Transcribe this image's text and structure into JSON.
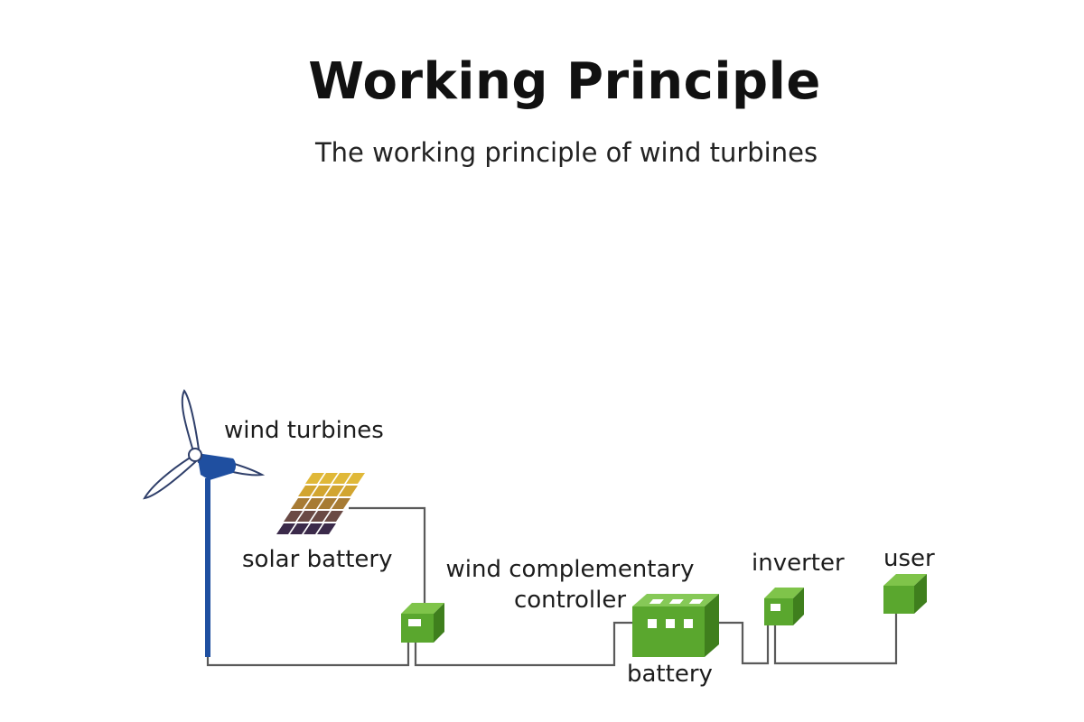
{
  "title": "Working Principle",
  "subtitle": "The working principle of wind turbines",
  "components": {
    "wind_turbine": "wind turbines",
    "solar_panel": "solar battery",
    "controller_line1": "wind complementary",
    "controller_line2": "controller",
    "inverter": "inverter",
    "user": "user",
    "battery": "battery"
  },
  "colors": {
    "device_green": "#5aa72e",
    "device_dark_green": "#3f7f1d",
    "turbine_blue": "#1f4fa0",
    "wire": "#555555",
    "solar_gold": "#d4a82a",
    "solar_purple": "#3b2a4a"
  }
}
